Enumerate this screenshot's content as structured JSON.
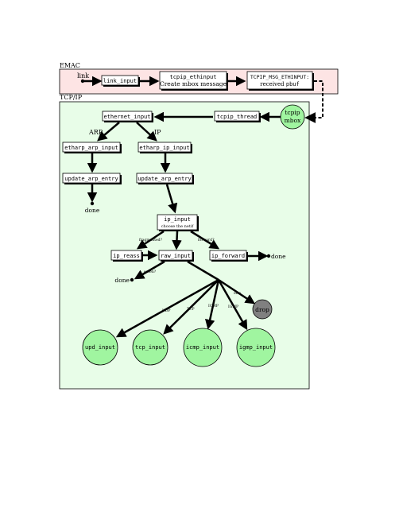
{
  "emac": {
    "title": "EMAC",
    "link_label": "link",
    "link_input": "link_input",
    "ethinput_code": "tcpip_ethinput",
    "ethinput_desc": "Create mbox message",
    "msg_code": "TCPIP_MSG_ETHINPUT:",
    "msg_desc_text": "received",
    "msg_desc_code": "pbuf"
  },
  "tcpip": {
    "title": "TCP/IP",
    "thread": "tcpip_thread",
    "mbox_line1": "tcpip",
    "mbox_line2": "mbox",
    "ethernet_input": "ethernet_input",
    "arp_label": "ARP",
    "ip_label": "IP",
    "etharp_arp_input": "etharp_arp_input",
    "etharp_ip_input": "etharp_ip_input",
    "update_arp_entry_1": "update_arp_entry",
    "update_arp_entry_2": "update_arp_entry",
    "done_1": "done",
    "ip_input_code": "ip_input",
    "ip_input_desc": "choose the netif",
    "fragmented": "fragmented?",
    "forward": "forward?",
    "ip_reass": "ip_reass",
    "raw_input": "raw_input",
    "ip_forward": "ip_forward",
    "done_2": "done",
    "eaten": "eaten?",
    "done_3": "done",
    "else": "else",
    "drop": "drop",
    "udp": "UDP",
    "tcp": "TCP",
    "icmp": "ICMP",
    "igmp": "IGMP",
    "udp_input": "upd_input",
    "tcp_input": "tcp_input",
    "icmp_input": "icmp_input",
    "igmp_input": "igmp_input"
  },
  "colors": {
    "emac_fill": "#fde4e4",
    "tcpip_fill": "#e8fde8",
    "circle_fill": "#a0f5a0",
    "drop_fill": "#808080"
  }
}
